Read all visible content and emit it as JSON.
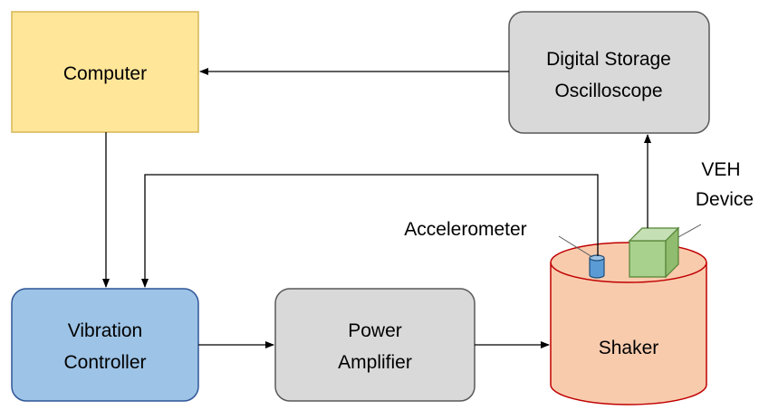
{
  "boxes": {
    "computer": {
      "label": "Computer",
      "fill": "#FFE699",
      "stroke": "#D6B656"
    },
    "oscilloscope": {
      "line1": "Digital Storage",
      "line2": "Oscilloscope",
      "fill": "#D9D9D9",
      "stroke": "#595959"
    },
    "vibration_controller": {
      "line1": "Vibration",
      "line2": "Controller",
      "fill": "#9DC3E6",
      "stroke": "#2F5597"
    },
    "power_amplifier": {
      "line1": "Power",
      "line2": "Amplifier",
      "fill": "#D9D9D9",
      "stroke": "#595959"
    }
  },
  "shaker": {
    "label": "Shaker",
    "fill": "#F8CBAD",
    "stroke": "#C00000"
  },
  "accelerometer": {
    "label": "Accelerometer",
    "fill": "#5B9BD5",
    "stroke": "#1F4E79"
  },
  "veh_device": {
    "line1": "VEH",
    "line2": "Device",
    "fill": "#A9D18E",
    "stroke": "#548235"
  },
  "connector_color": "#000000"
}
